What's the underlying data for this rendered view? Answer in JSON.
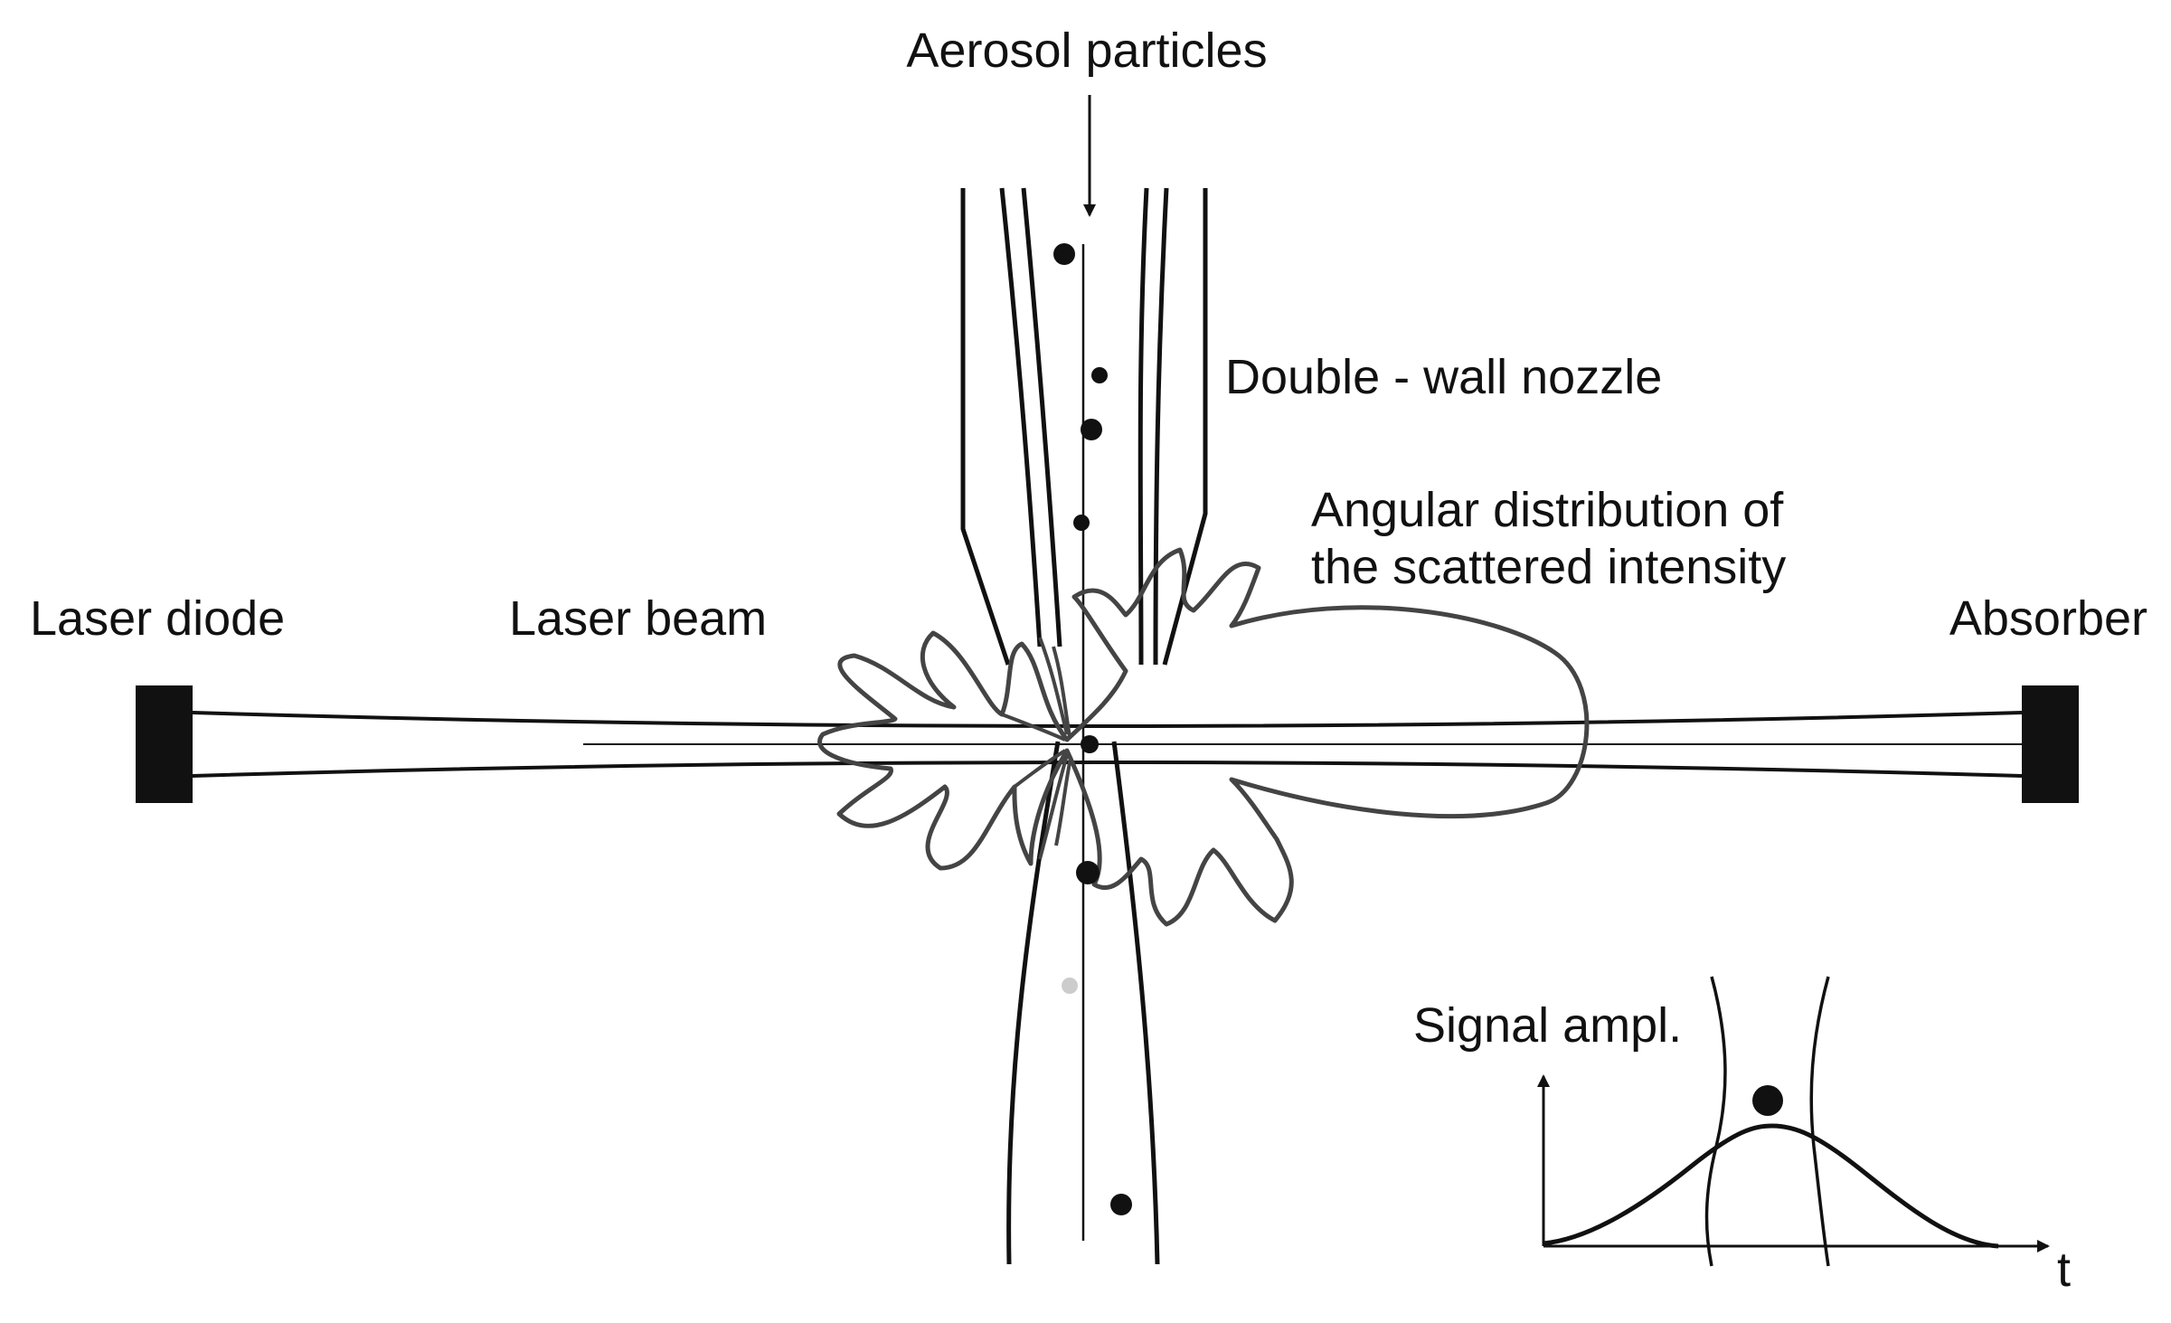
{
  "labels": {
    "aerosol": "Aerosol particles",
    "nozzle": "Double - wall nozzle",
    "angular_line1": "Angular distribution of",
    "angular_line2": "the scattered intensity",
    "laser_diode": "Laser diode",
    "laser_beam": "Laser beam",
    "absorber": "Absorber",
    "signal": "Signal ampl.",
    "time_axis": "t"
  },
  "colors": {
    "ink": "#111111",
    "scatter_curve": "#444444",
    "faint_particle": "#cccccc"
  }
}
